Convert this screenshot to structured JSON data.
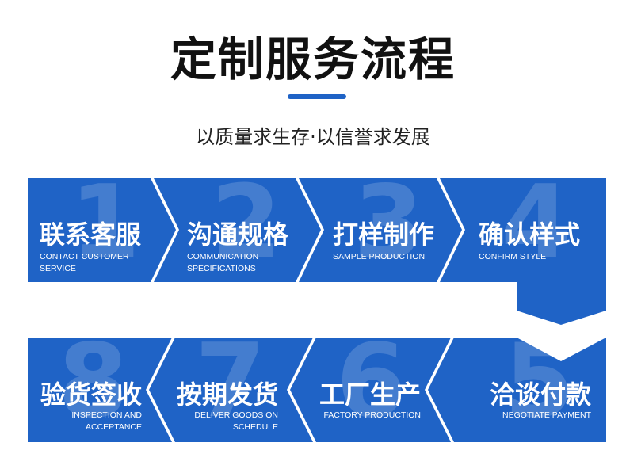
{
  "title": "定制服务流程",
  "subtitle": "以质量求生存·以信誉求发展",
  "colors": {
    "accent": "#1f63c6",
    "shape": "#1f63c6",
    "text": "#ffffff"
  },
  "steps": [
    {
      "number": "1",
      "title": "联系客服",
      "sub_line1": "CONTACT CUSTOMER",
      "sub_line2": "SERVICE"
    },
    {
      "number": "2",
      "title": "沟通规格",
      "sub_line1": "COMMUNICATION",
      "sub_line2": "SPECIFICATIONS"
    },
    {
      "number": "3",
      "title": "打样制作",
      "sub_line1": "SAMPLE PRODUCTION",
      "sub_line2": ""
    },
    {
      "number": "4",
      "title": "确认样式",
      "sub_line1": "CONFIRM STYLE",
      "sub_line2": ""
    },
    {
      "number": "5",
      "title": "洽谈付款",
      "sub_line1": "NEGOTIATE PAYMENT",
      "sub_line2": ""
    },
    {
      "number": "6",
      "title": "工厂生产",
      "sub_line1": "FACTORY PRODUCTION",
      "sub_line2": ""
    },
    {
      "number": "7",
      "title": "按期发货",
      "sub_line1": "DELIVER GOODS ON",
      "sub_line2": "SCHEDULE"
    },
    {
      "number": "8",
      "title": "验货签收",
      "sub_line1": "INSPECTION AND",
      "sub_line2": "ACCEPTANCE"
    }
  ]
}
